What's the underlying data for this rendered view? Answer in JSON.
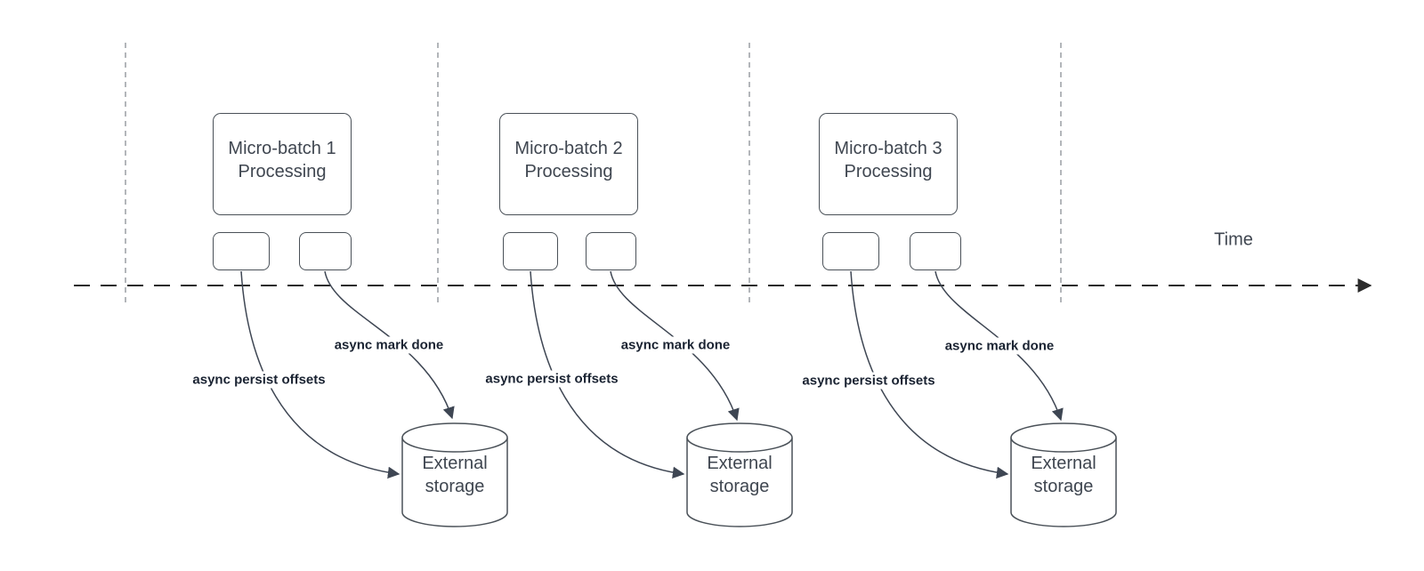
{
  "time_axis": {
    "label": "Time"
  },
  "batches": [
    {
      "box_label": "Micro-batch 1\nProcessing",
      "persist_label": "async persist offsets",
      "mark_done_label": "async mark done",
      "storage_label": "External\nstorage"
    },
    {
      "box_label": "Micro-batch 2\nProcessing",
      "persist_label": "async persist offsets",
      "mark_done_label": "async mark done",
      "storage_label": "External\nstorage"
    },
    {
      "box_label": "Micro-batch 3\nProcessing",
      "persist_label": "async persist offsets",
      "mark_done_label": "async mark done",
      "storage_label": "External\nstorage"
    }
  ],
  "colors": {
    "background": "#ffffff",
    "box_border": "#4a5158",
    "box_text": "#3f4650",
    "gridline": "#9a9ea3",
    "axis": "#2b2b2b",
    "arrow": "#3e4653",
    "connector_label_text": "#1a2332"
  }
}
